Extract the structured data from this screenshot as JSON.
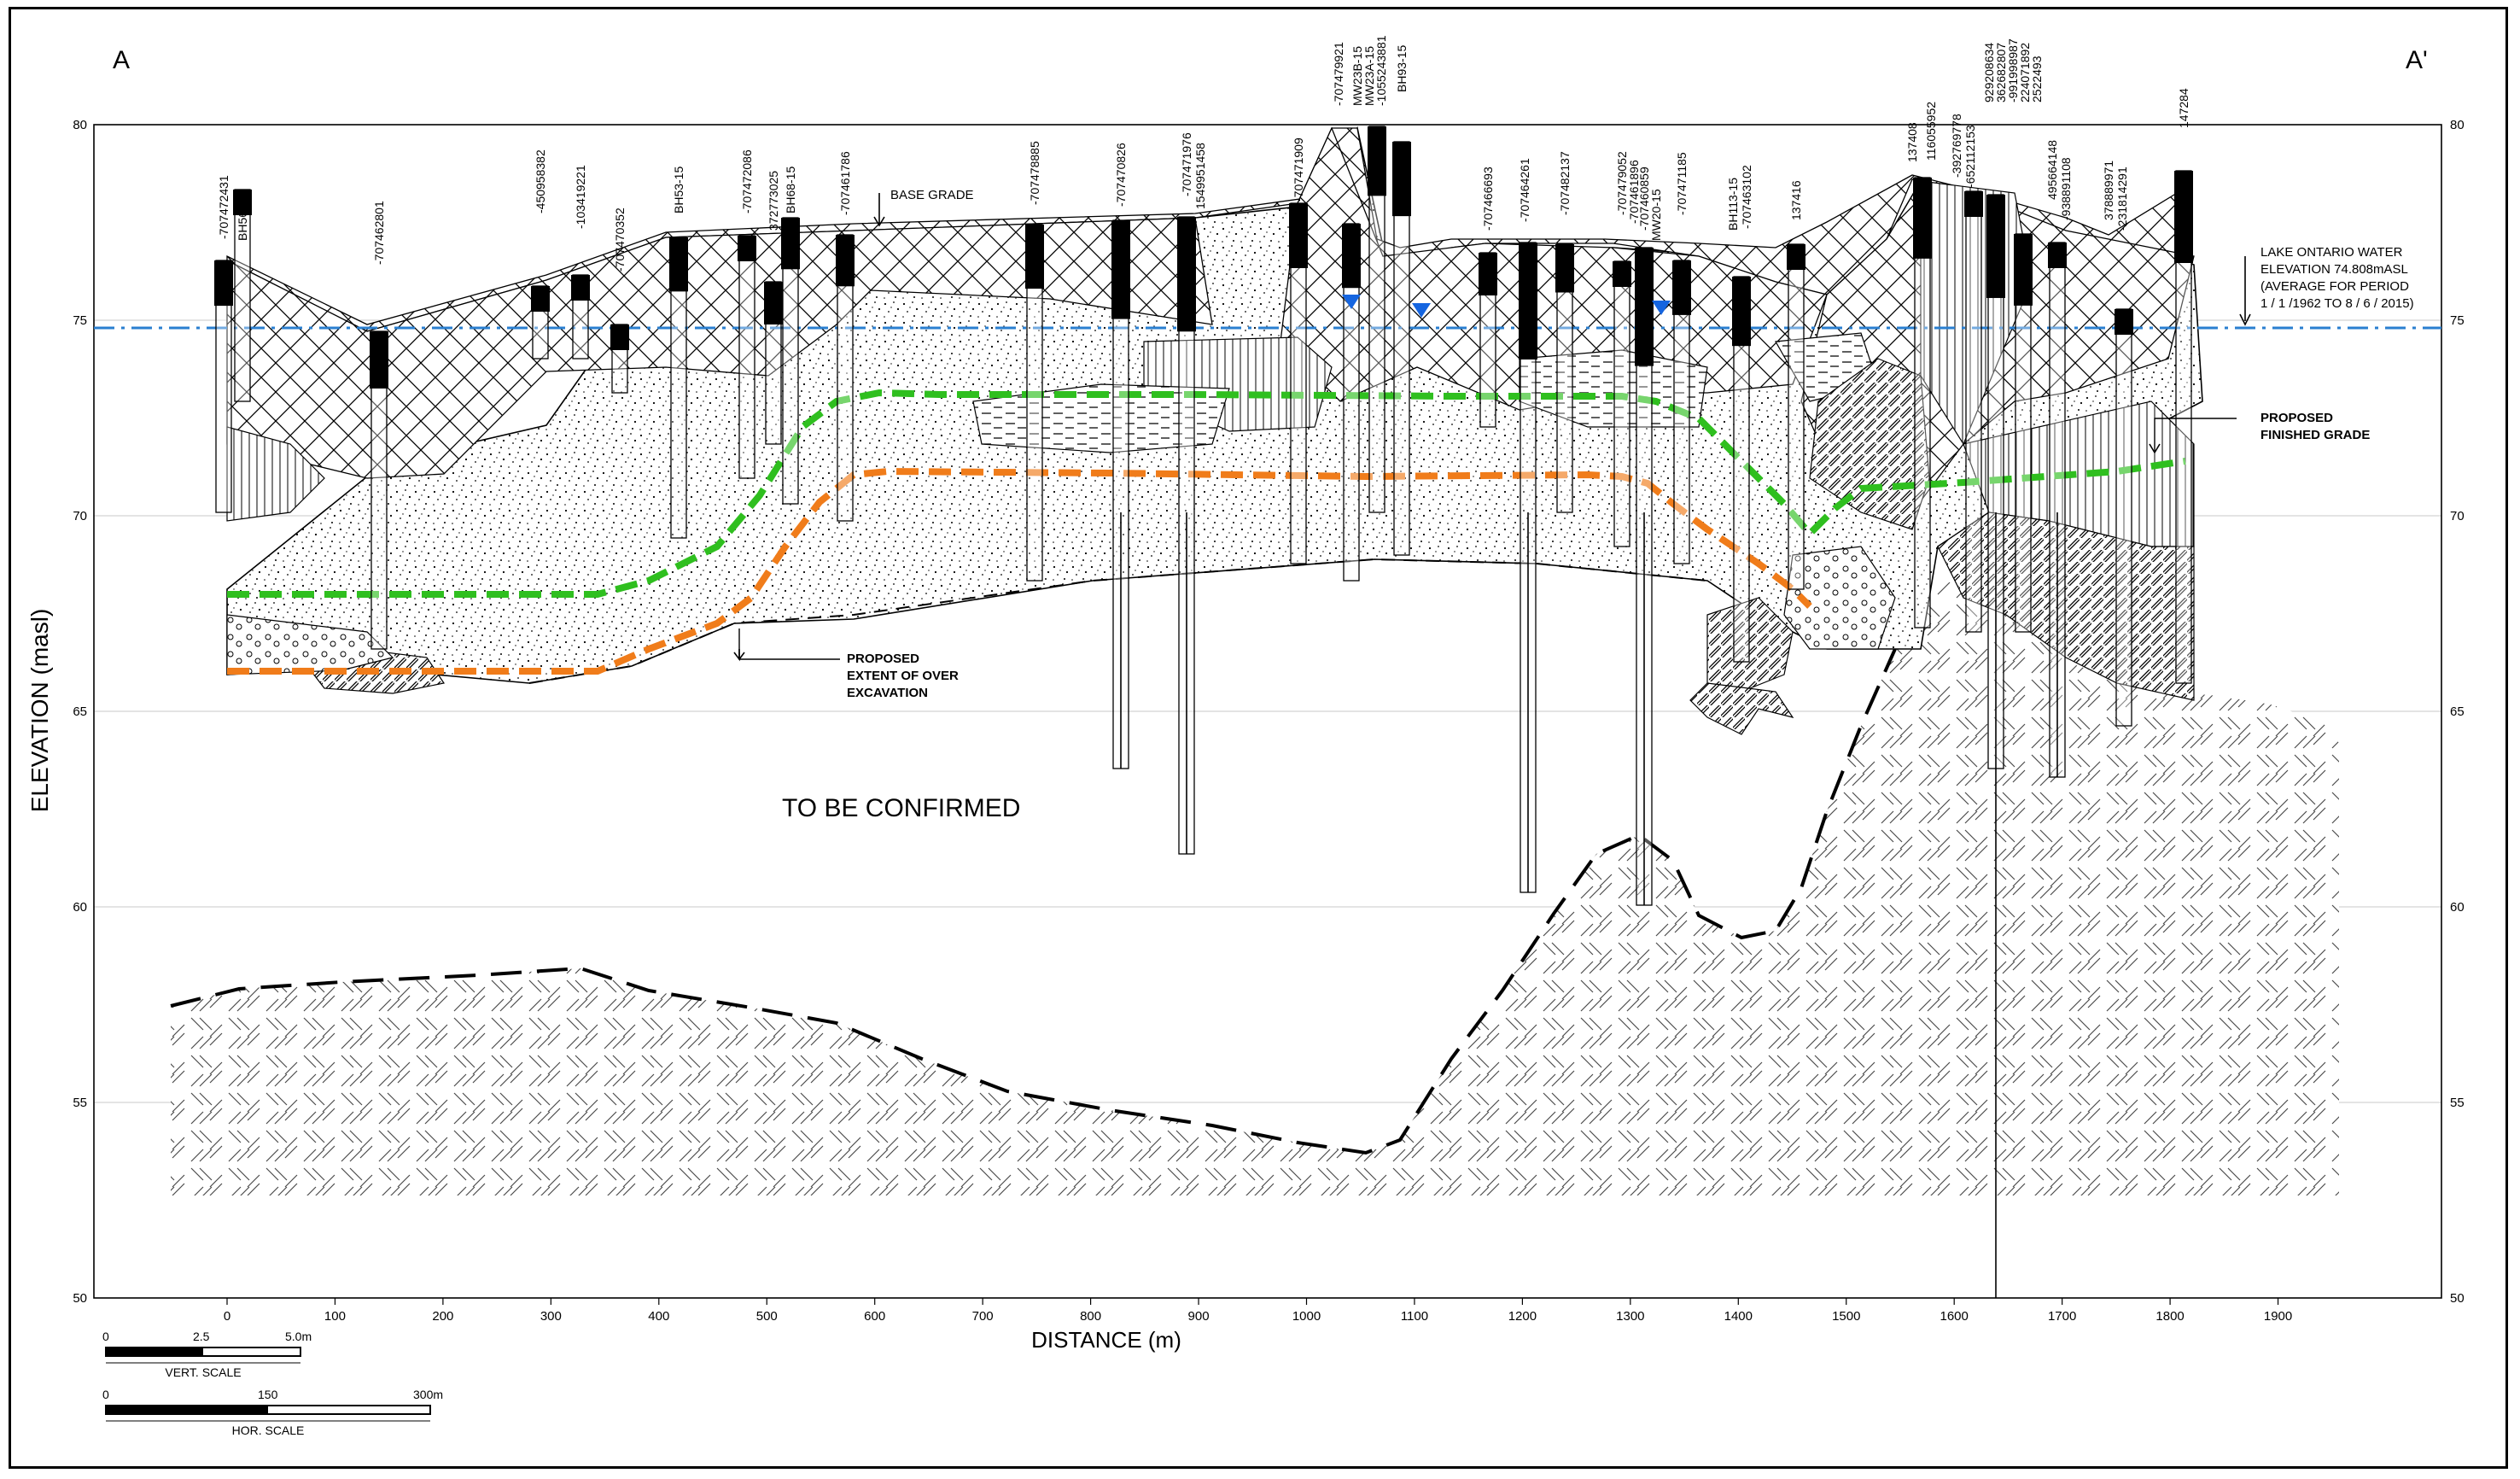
{
  "section": {
    "start_label": "A",
    "end_label": "A'"
  },
  "axes": {
    "y_label": "ELEVATION (masl)",
    "x_label": "DISTANCE (m)",
    "y_ticks": [
      "80",
      "75",
      "70",
      "65",
      "60",
      "55",
      "50"
    ],
    "x_ticks": [
      "0",
      "100",
      "200",
      "300",
      "400",
      "500",
      "600",
      "700",
      "800",
      "900",
      "1000",
      "1100",
      "1200",
      "1300",
      "1400",
      "1500",
      "1600",
      "1700",
      "1800",
      "1900"
    ]
  },
  "annotations": {
    "base_grade": "BASE GRADE",
    "to_be_confirmed": "TO BE CONFIRMED",
    "over_excavation": [
      "PROPOSED",
      "EXTENT OF OVER",
      "EXCAVATION"
    ],
    "finished_grade": [
      "PROPOSED",
      "FINISHED GRADE"
    ],
    "lake": [
      "LAKE ONTARIO WATER",
      "ELEVATION 74.808mASL",
      "(AVERAGE FOR PERIOD",
      "1 / 1 /1962 TO 8 / 6 / 2015)"
    ]
  },
  "boreholes": [
    "-707472431",
    "BH56-15",
    "-707462801",
    "-450958382",
    "-103419221",
    "-707470352",
    "BH53-15",
    "-707472086",
    "372773025",
    "BH68-15",
    "-707461786",
    "-707478885",
    "-707470826",
    "-707471976",
    "1549951458",
    "-707471909",
    "-707479921",
    "MW23B-15",
    "MW23A-15",
    "-1055243881",
    "BH93-15",
    "-707466693",
    "-707464261",
    "-707482137",
    "-707479052",
    "-707461896",
    "-707460859",
    "MW20-15",
    "-707471185",
    "BH113-15",
    "-707463102",
    "137416",
    "137408",
    "116055952",
    "-392769778",
    "-652112153",
    "929208634",
    "362682807",
    "-991998987",
    "224071892",
    "2522493",
    "495664148",
    "-938891108",
    "378889971",
    "-231814291",
    "147284"
  ],
  "scales": {
    "vertical": {
      "ticks": [
        "0",
        "2.5",
        "5.0m"
      ],
      "label": "VERT. SCALE"
    },
    "horizontal": {
      "ticks": [
        "0",
        "150",
        "300m"
      ],
      "label": "HOR. SCALE"
    }
  },
  "colors": {
    "finished_grade": "#2fbf1f",
    "over_excavation": "#f07c1a",
    "water_level": "#2a7fd0",
    "water_marker": "#1565e0"
  }
}
